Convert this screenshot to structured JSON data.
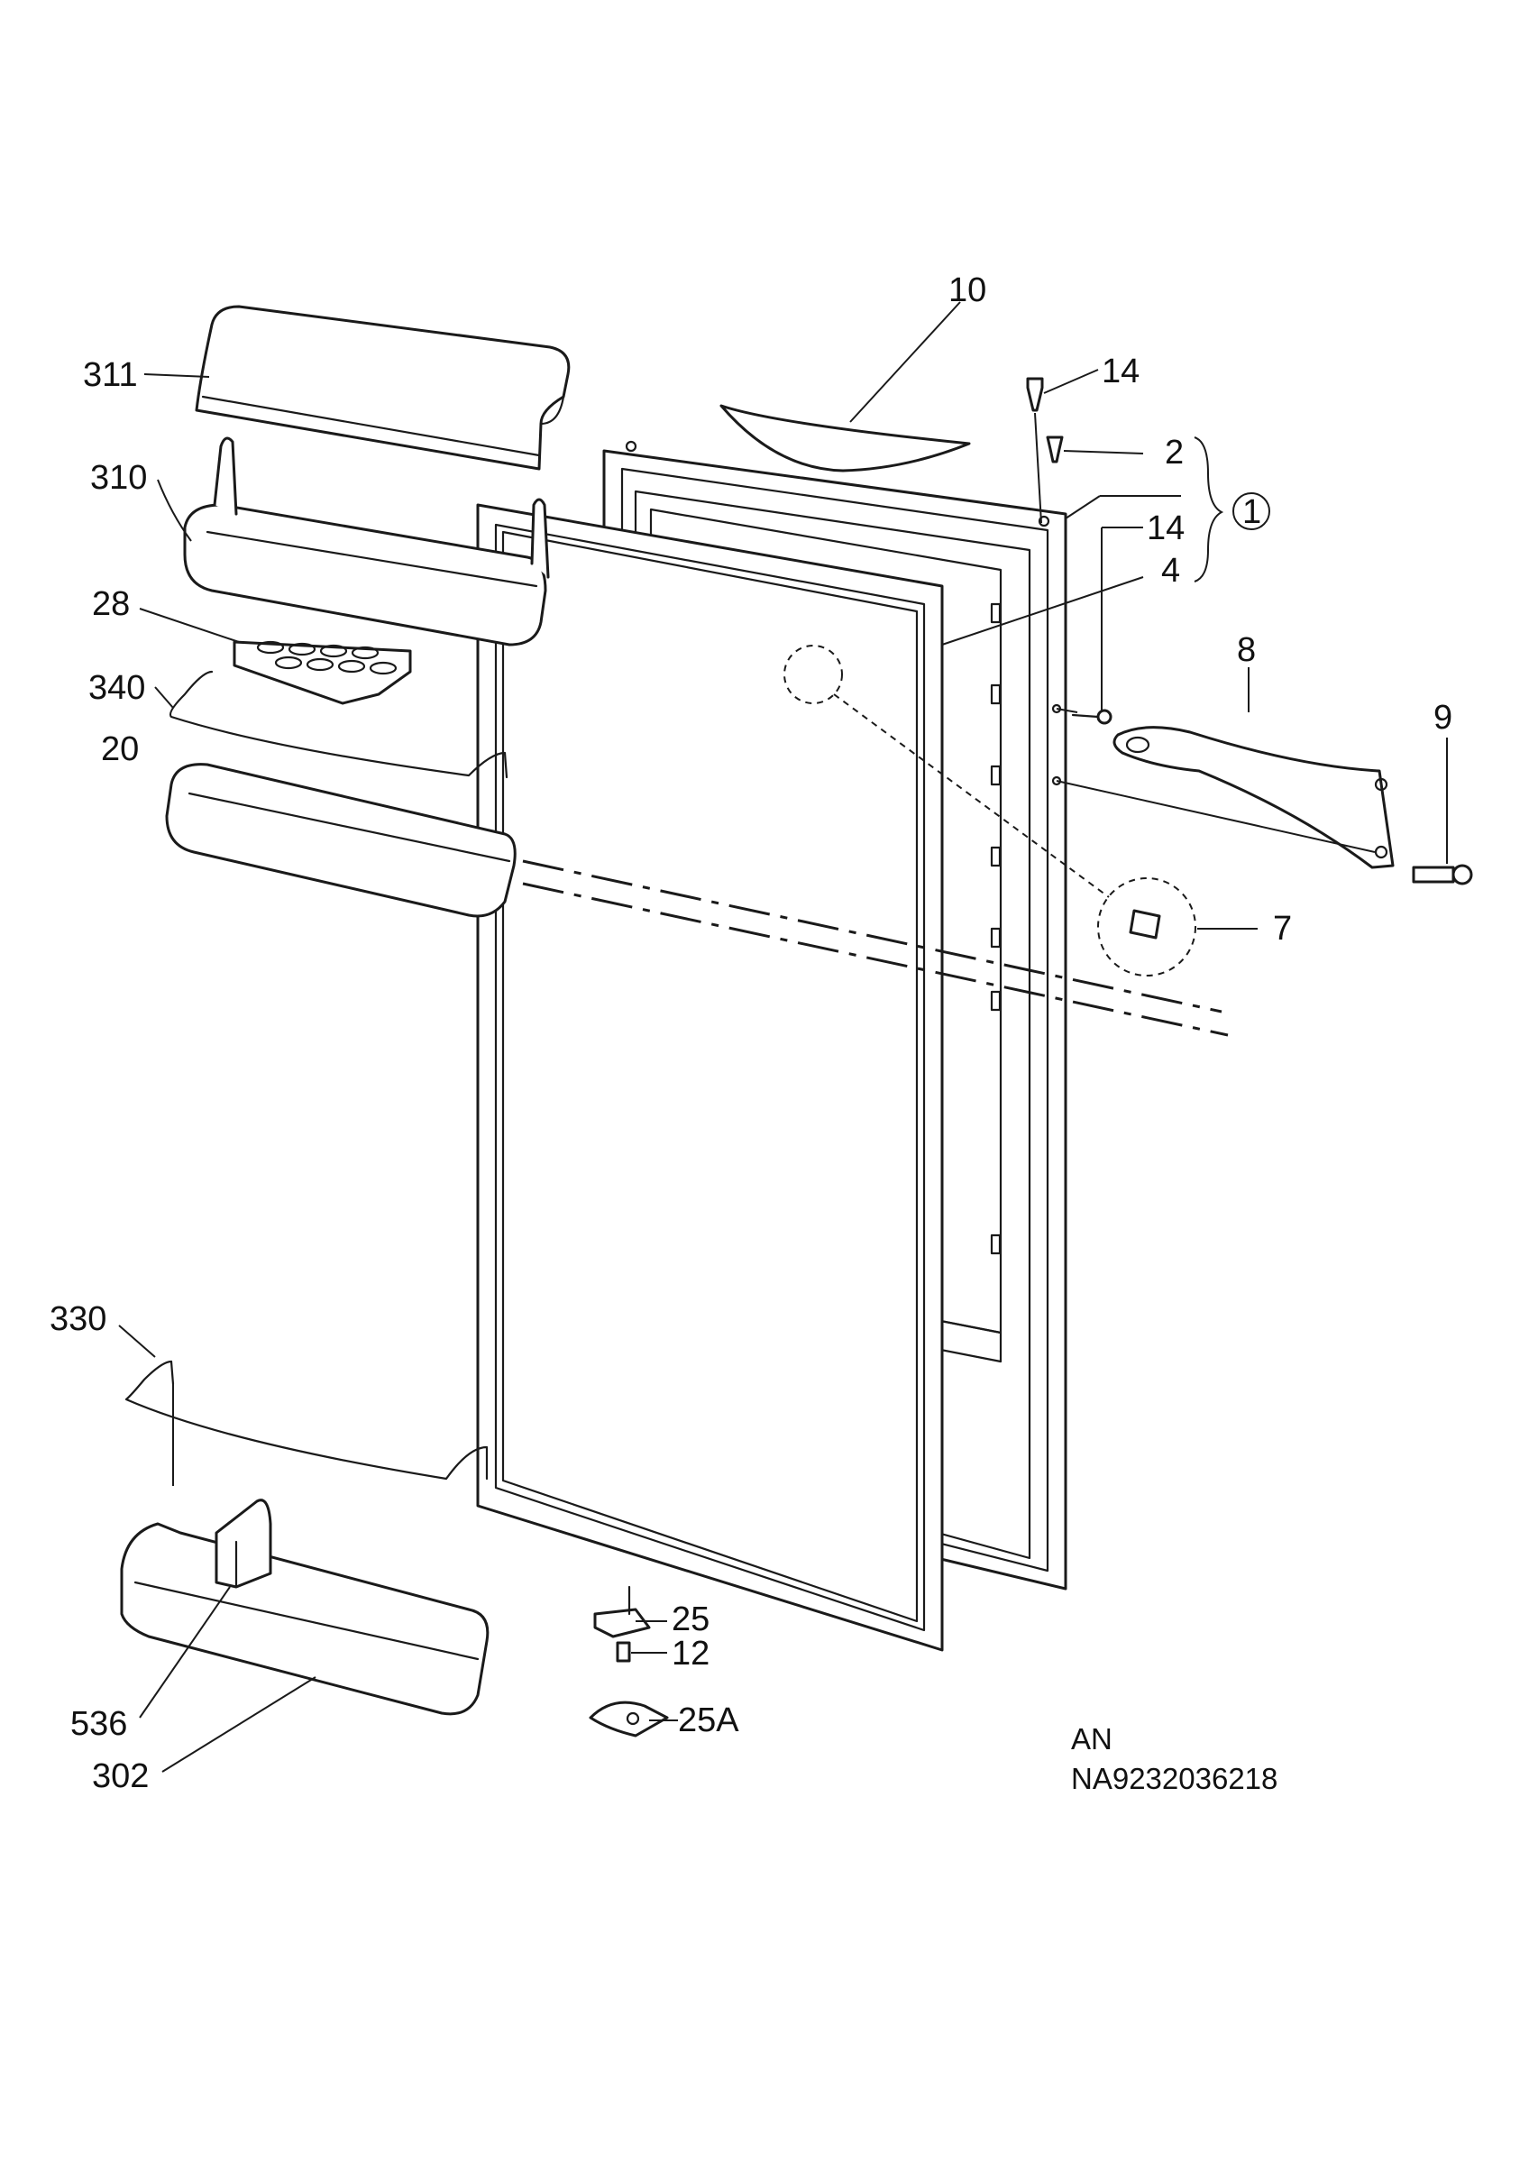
{
  "labels": {
    "l311": "311",
    "l310": "310",
    "l28": "28",
    "l340": "340",
    "l20": "20",
    "l330": "330",
    "l536": "536",
    "l302": "302",
    "l10": "10",
    "l14a": "14",
    "l2": "2",
    "l1": "1",
    "l14b": "14",
    "l4": "4",
    "l8": "8",
    "l9": "9",
    "l7": "7",
    "l25": "25",
    "l12": "12",
    "l25a": "25A"
  },
  "drawing_code": {
    "line1": "AN",
    "line2": "NA9232036218"
  }
}
